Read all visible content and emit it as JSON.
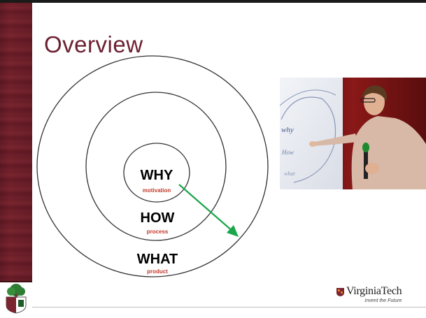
{
  "slide": {
    "title": "Overview"
  },
  "circles": {
    "why": {
      "label": "WHY",
      "sublabel": "motivation"
    },
    "how": {
      "label": "HOW",
      "sublabel": "process"
    },
    "what": {
      "label": "WHAT",
      "sublabel": "product"
    }
  },
  "logo": {
    "name": "VirginiaTech",
    "tagline": "Invent the Future"
  },
  "colors": {
    "title": "#6b1f2f",
    "sidebar": "#6e1e28",
    "sublabel": "#c0392b",
    "arrow": "#1aa64a",
    "circle_stroke": "#333333"
  },
  "icons": {
    "crest": "tree-crest-icon",
    "vt_shield": "vt-shield-icon"
  }
}
